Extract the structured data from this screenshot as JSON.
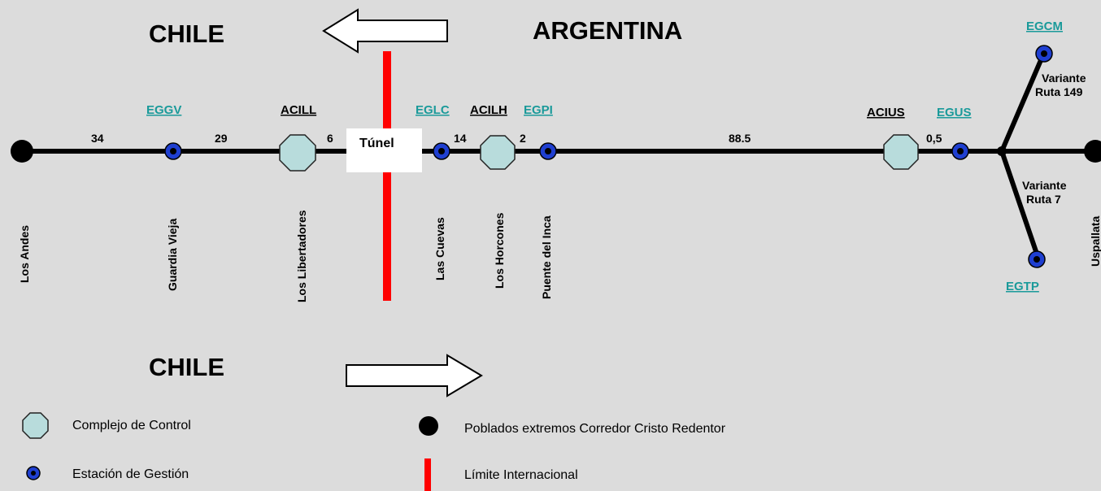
{
  "countries": {
    "top_left": "CHILE",
    "top_right": "ARGENTINA",
    "bottom_left": "CHILE"
  },
  "tunnel_label": "Túnel",
  "control_codes": {
    "acill": "ACILL",
    "acilh": "ACILH",
    "acius": "ACIUS"
  },
  "station_codes": {
    "eggv": "EGGV",
    "eglc": "EGLC",
    "egpi": "EGPI",
    "egus": "EGUS",
    "egcm": "EGCM",
    "egtp": "EGTP"
  },
  "distances": {
    "d1": "34",
    "d2": "29",
    "d3": "6",
    "d4": "14",
    "d5": "2",
    "d6": "88.5",
    "d7": "0,5"
  },
  "places": {
    "los_andes": "Los Andes",
    "guardia_vieja": "Guardia Vieja",
    "los_libertadores": "Los Libertadores",
    "las_cuevas": "Las Cuevas",
    "los_horcones": "Los Horcones",
    "puente_del_inca": "Puente del Inca",
    "uspallata": "Uspallata"
  },
  "variants": {
    "ruta149_line1": "Variante",
    "ruta149_line2": "Ruta 149",
    "ruta7_line1": "Variante",
    "ruta7_line2": "Ruta 7"
  },
  "legend": {
    "control_complex": "Complejo de Control",
    "management_station": "Estación de Gestión",
    "extreme_towns": "Poblados extremos Corredor Cristo Redentor",
    "international_limit": "Límite Internacional"
  },
  "colors": {
    "background": "#dcdcdc",
    "octagon_fill": "#b8dcdc",
    "station_blue": "#1f3fd0",
    "border_red": "#ff0000",
    "link_teal": "#1a9a9a"
  }
}
